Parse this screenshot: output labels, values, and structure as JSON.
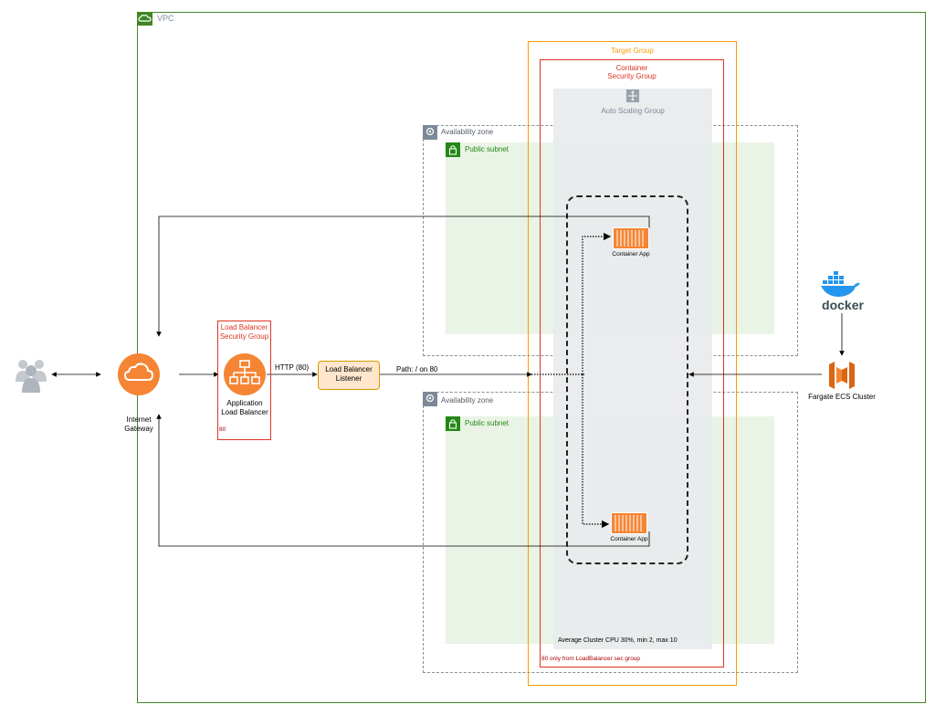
{
  "vpc": {
    "label": "VPC",
    "color": "#3f8624"
  },
  "target_group": {
    "label": "Target Group",
    "color": "#ff9900"
  },
  "container_sg": {
    "label_line1": "Container",
    "label_line2": "Security Group",
    "note": "80 only from LoadBalancer sec group",
    "color": "#dd3522"
  },
  "asg": {
    "label": "Auto Scaling Group",
    "note": "Average Cluster CPU 30%, min 2, max 10"
  },
  "az": [
    {
      "label": "Availability zone",
      "subnet_label": "Public subnet"
    },
    {
      "label": "Availability zone",
      "subnet_label": "Public subnet"
    }
  ],
  "containers": [
    {
      "label": "Container App"
    },
    {
      "label": "Container App"
    }
  ],
  "igw": {
    "line1": "Internet",
    "line2": "Gateway"
  },
  "lb_sg": {
    "line1": "Load Balancer",
    "line2": "Security Group",
    "port": "80"
  },
  "alb": {
    "line1": "Application",
    "line2": "Load Balancer"
  },
  "http_label": "HTTP (80)",
  "listener": {
    "line1": "Load Balancer",
    "line2": "Listener"
  },
  "path_label": "Path: / on 80",
  "docker": {
    "label": "docker"
  },
  "fargate": {
    "label": "Fargate ECS Cluster"
  },
  "icons": [
    "cloud-icon",
    "users-icon",
    "internet-gateway-icon",
    "load-balancer-icon",
    "container-icon",
    "docker-icon",
    "fargate-icon",
    "lock-icon",
    "location-pin-icon",
    "auto-scaling-icon"
  ]
}
